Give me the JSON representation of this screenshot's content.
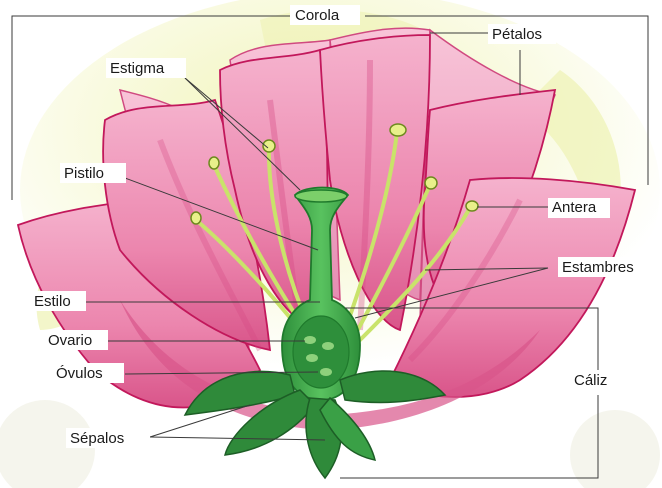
{
  "labels": {
    "corola": "Corola",
    "petalos": "Pétalos",
    "estigma": "Estigma",
    "pistilo": "Pistilo",
    "antera": "Antera",
    "estambres": "Estambres",
    "estilo": "Estilo",
    "ovario": "Ovario",
    "ovulos": "Óvulos",
    "caliz": "Cáliz",
    "sepalos": "Sépalos"
  },
  "colors": {
    "petal_light": "#f3a6c6",
    "petal_mid": "#ea7faa",
    "petal_dark": "#d94f86",
    "petal_edge": "#c2185b",
    "stamen": "#c9e36a",
    "pistil": "#3fae4a",
    "pistil_dark": "#1f7a2c",
    "sepal": "#2f8a3a",
    "background_wash": "#e9ef9c"
  }
}
